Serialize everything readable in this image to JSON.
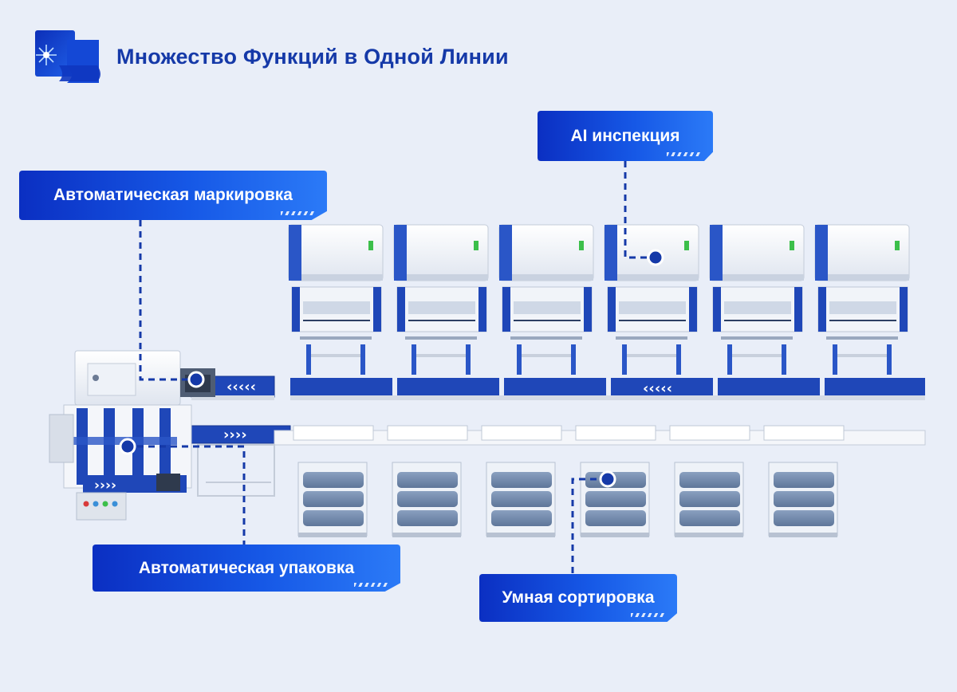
{
  "header": {
    "title": "Множество Функций в Одной Линии",
    "logo_icon": "blue-sheet-sparkle-icon"
  },
  "callouts": {
    "ai_inspection": "AI инспекция",
    "auto_marking": "Автоматическая маркировка",
    "auto_packing": "Автоматическая упаковка",
    "smart_sorting": "Умная сортировка"
  },
  "colors": {
    "accent": "#1539a8",
    "callout_start": "#0b2fc2",
    "callout_end": "#2b7af7",
    "background": "#e9eef8",
    "machine_blue": "#1f47b8"
  }
}
